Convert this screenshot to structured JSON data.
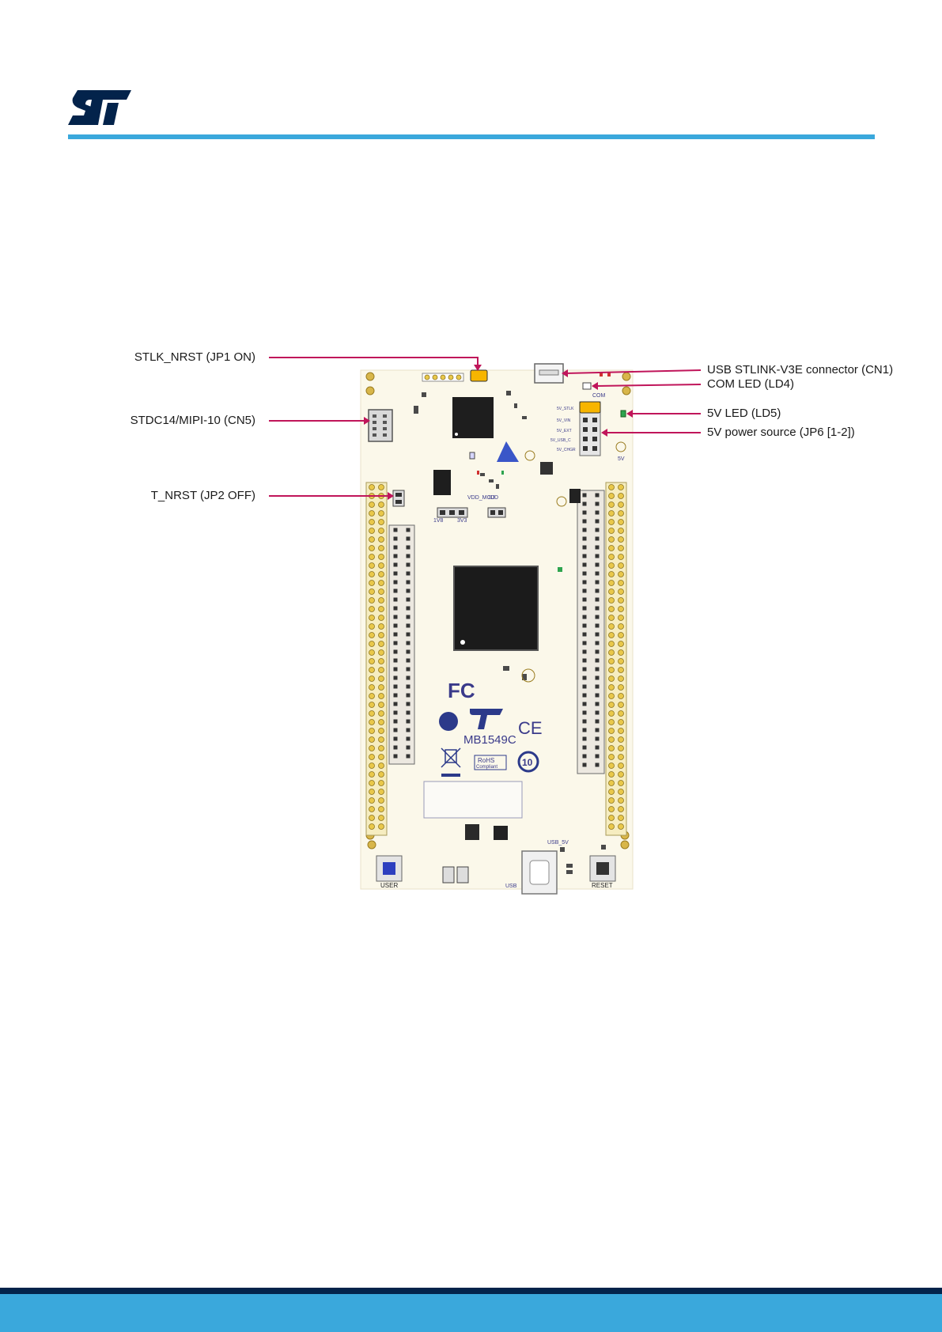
{
  "header": {
    "logo_icon": "st-logo-icon",
    "accent_color": "#3aa8dc"
  },
  "footer": {
    "dark_color": "#03234b",
    "band_color": "#3aa8dc"
  },
  "diagram": {
    "board_marking": "MB1549C",
    "rohs_mark": "RoHS",
    "rohs_sub": "Compliant",
    "ce_mark": "CE",
    "fcc_mark": "FC",
    "recycle_years": "10",
    "button_user": "USER",
    "button_reset": "RESET",
    "usb_label": "USB",
    "usb_5v_label": "USB_5V",
    "com_label": "COM",
    "five_v_label": "5V",
    "vdd_mcu_label": "VDD_MCU",
    "idd_label": "IDD",
    "v18_label": "1V8",
    "v33_label": "3V3",
    "pwr_source_labels": [
      "5V_STLK",
      "5V_VIN",
      "5V_EXT",
      "5V_USB_C",
      "5V_CHGR"
    ],
    "callouts_left": [
      "STLK_NRST (JP1 ON)",
      "STDC14/MIPI-10 (CN5)",
      "T_NRST (JP2 OFF)"
    ],
    "callouts_right": [
      "USB STLINK-V3E connector (CN1)",
      "COM LED (LD4)",
      "5V LED (LD5)",
      "5V power source (JP6 [1-2])"
    ],
    "callout_color": "#c0155a",
    "highlight_color": "#f7b500"
  }
}
